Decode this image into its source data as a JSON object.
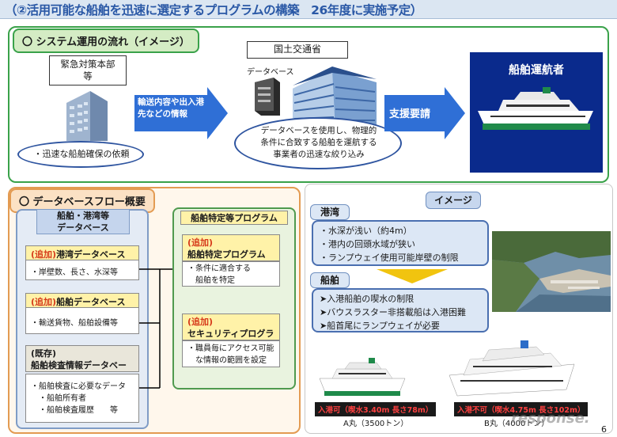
{
  "title": "（②活用可能な船舶を迅速に選定するプログラムの構築　26年度に実施予定）",
  "top_section": {
    "heading": "〇 システム運用の流れ（イメージ）",
    "hq_label": "緊急対策本部\n等",
    "hq_request": "・迅速な船舶確保の依頼",
    "arrow1": "輸送内容や出入港\n先などの情報",
    "ministry": "国土交通省",
    "database_label": "データベース",
    "ministry_note": "データベースを使用し、物理的\n条件に合致する船舶を運航する\n事業者の迅速な絞り込み",
    "arrow2": "支援要請",
    "operator": "船舶運航者"
  },
  "flow_section": {
    "heading": "〇 データベースフロー概要",
    "db_header": "船舶・港湾等\nデータベース",
    "db_items": [
      {
        "tag": "(追加)",
        "name": "港湾データベース",
        "detail": "・岸壁数、長さ、水深等"
      },
      {
        "tag": "(追加)",
        "name": "船舶データベース",
        "detail": "・輸送貨物、船舶設備等"
      },
      {
        "tag": "(既存)",
        "name": "船舶検査情報データベース",
        "detail": "・船舶検査に必要なデータ\n　・船舶所有者\n　・船舶検査履歴　　等"
      }
    ],
    "program_header": "船舶特定等プログラム",
    "programs": [
      {
        "tag": "(追加)",
        "name": "船舶特定プログラム",
        "detail": "・条件に適合する\n　船舶を特定"
      },
      {
        "tag": "(追加)",
        "name": "セキュリティプログラム",
        "detail": "・職員毎にアクセス可能\n　な情報の範囲を設定"
      }
    ]
  },
  "image_section": {
    "heading": "イメージ",
    "port_label": "港湾",
    "port_items": [
      "・水深が浅い（約4m）",
      "・港内の回頭水域が狭い",
      "・ランプウェイ使用可能岸壁の制限"
    ],
    "ship_label": "船舶",
    "ship_items": [
      "➤入港船舶の喫水の制限",
      "➤バウスラスター非搭載船は入港困難",
      "➤船首尾にランプウェイが必要"
    ],
    "ship_a_status": "入港可（喫水3.40m 長さ78m）",
    "ship_a_name": "A丸（3500トン）",
    "ship_b_status": "入港不可（喫水4.75m 長さ102m）",
    "ship_b_name": "B丸（4000トン）",
    "watermark": "response.",
    "page_number": "6"
  },
  "colors": {
    "title_blue": "#2a58a6",
    "green": "#3aa24a",
    "orange": "#e39b52",
    "navy": "#0a2a8c",
    "red": "#d63a1a"
  }
}
